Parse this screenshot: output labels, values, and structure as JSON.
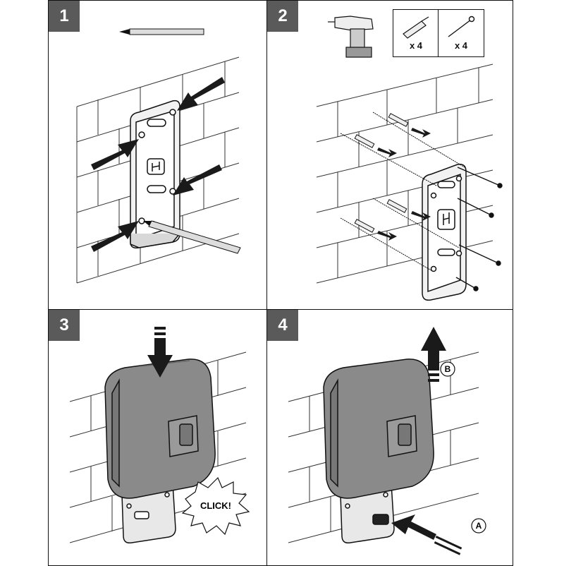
{
  "steps": [
    {
      "number": "1"
    },
    {
      "number": "2",
      "screws_qty": "x 4",
      "plugs_qty": "x 4"
    },
    {
      "number": "3",
      "click_label": "CLICK!"
    },
    {
      "number": "4",
      "callout_a": "A",
      "callout_b": "B"
    }
  ],
  "colors": {
    "step_badge": "#5a5a5a",
    "charger_body": "#8a8a8a",
    "outline": "#111111",
    "arrow": "#1a1a1a"
  },
  "icons": [
    "pencil-icon",
    "drill-icon",
    "wall-plug-icon",
    "screw-icon",
    "push-arrow-icon",
    "click-burst-icon"
  ]
}
